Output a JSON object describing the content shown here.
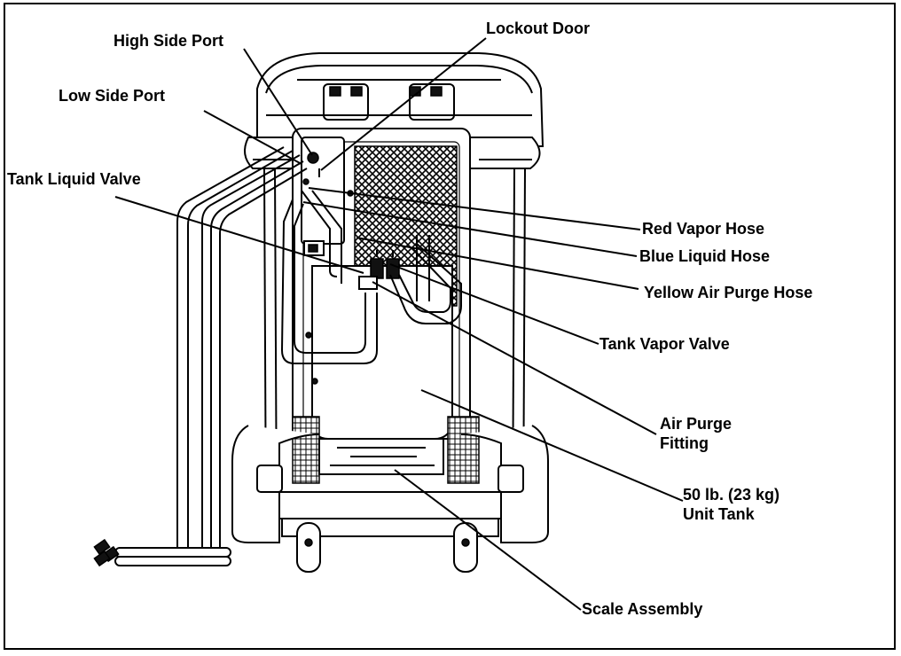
{
  "labels": {
    "high_side_port": "High Side Port",
    "lockout_door": "Lockout Door",
    "low_side_port": "Low Side Port",
    "tank_liquid_valve": "Tank Liquid Valve",
    "red_vapor_hose": "Red Vapor Hose",
    "blue_liquid_hose": "Blue Liquid Hose",
    "yellow_air_purge_hose": "Yellow Air Purge Hose",
    "tank_vapor_valve": "Tank Vapor Valve",
    "air_purge_fitting_l1": "Air Purge",
    "air_purge_fitting_l2": "Fitting",
    "unit_tank_l1": "50 lb. (23 kg)",
    "unit_tank_l2": "Unit Tank",
    "scale_assembly": "Scale Assembly"
  }
}
